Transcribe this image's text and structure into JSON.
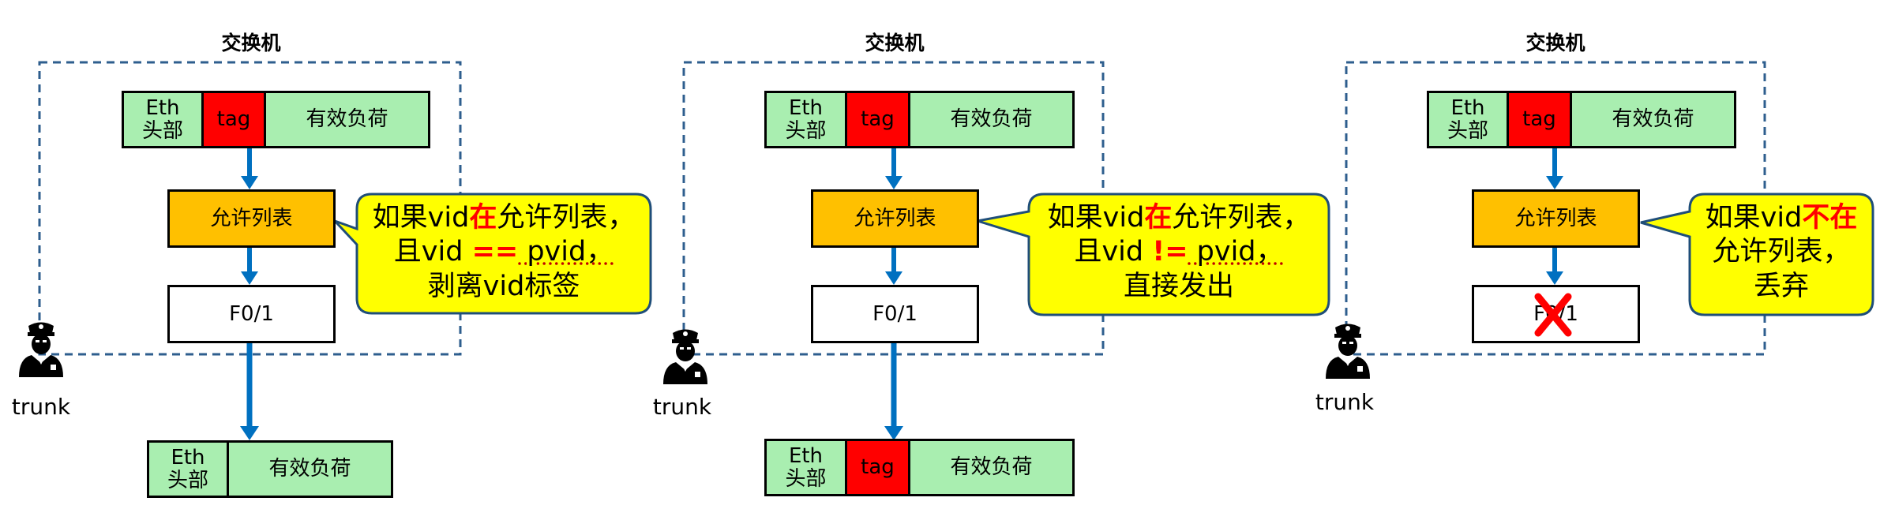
{
  "panels": [
    {
      "switch_label": "交换机",
      "trunk_label": "trunk",
      "packet_in": {
        "eth_line1": "Eth",
        "eth_line2": "头部",
        "tag": "tag",
        "payload": "有效负荷"
      },
      "allow_list": "允许列表",
      "port": "F0/1",
      "bubble": {
        "l1_pre": "如果vid",
        "l1_em": "在",
        "l1_post": "允许列表，",
        "l2_pre": "且vid ",
        "l2_em": "==",
        "l2_post": " pvid，",
        "l3": "剥离vid标签"
      },
      "packet_out": {
        "eth_line1": "Eth",
        "eth_line2": "头部",
        "payload": "有效负荷"
      }
    },
    {
      "switch_label": "交换机",
      "trunk_label": "trunk",
      "packet_in": {
        "eth_line1": "Eth",
        "eth_line2": "头部",
        "tag": "tag",
        "payload": "有效负荷"
      },
      "allow_list": "允许列表",
      "port": "F0/1",
      "bubble": {
        "l1_pre": "如果vid",
        "l1_em": "在",
        "l1_post": "允许列表，",
        "l2_pre": "且vid ",
        "l2_em": "!=",
        "l2_post": " pvid，",
        "l3": "直接发出"
      },
      "packet_out": {
        "eth_line1": "Eth",
        "eth_line2": "头部",
        "tag": "tag",
        "payload": "有效负荷"
      }
    },
    {
      "switch_label": "交换机",
      "trunk_label": "trunk",
      "packet_in": {
        "eth_line1": "Eth",
        "eth_line2": "头部",
        "tag": "tag",
        "payload": "有效负荷"
      },
      "allow_list": "允许列表",
      "port": "F0/1",
      "bubble": {
        "l1_pre": "如果vid",
        "l1_em": "不在",
        "l1_post": "",
        "l2": "允许列表，",
        "l3": "丢弃"
      }
    }
  ],
  "colors": {
    "eth": "#a9eeb0",
    "tag": "#ff0000",
    "allow": "#ffc000",
    "bubble_fill": "#ffff00",
    "bubble_stroke": "#1f4e79",
    "arrow": "#0070c0",
    "dashed": "#2e5e8e",
    "drop": "#ff0000"
  },
  "icons": {
    "guard": "police-officer-icon",
    "drop": "red-x-icon"
  }
}
